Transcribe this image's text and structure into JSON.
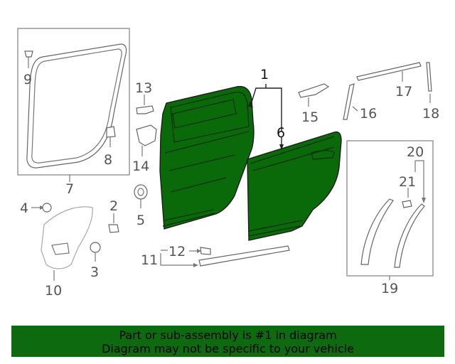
{
  "callouts": {
    "c1": "1",
    "c2": "2",
    "c3": "3",
    "c4": "4",
    "c5": "5",
    "c6": "6",
    "c7": "7",
    "c8": "8",
    "c9": "9",
    "c10": "10",
    "c11": "11",
    "c12": "12",
    "c13": "13",
    "c14": "14",
    "c15": "15",
    "c16": "16",
    "c17": "17",
    "c18": "18",
    "c19": "19",
    "c20": "20",
    "c21": "21"
  },
  "banner": {
    "line1": "Part or sub-assembly is #1 in diagram",
    "line2": "Diagram may not be specific to your vehicle"
  },
  "colors": {
    "highlight": "#0a6a0a",
    "banner_bg": "#0e6a0e",
    "line_art": "#666666"
  }
}
